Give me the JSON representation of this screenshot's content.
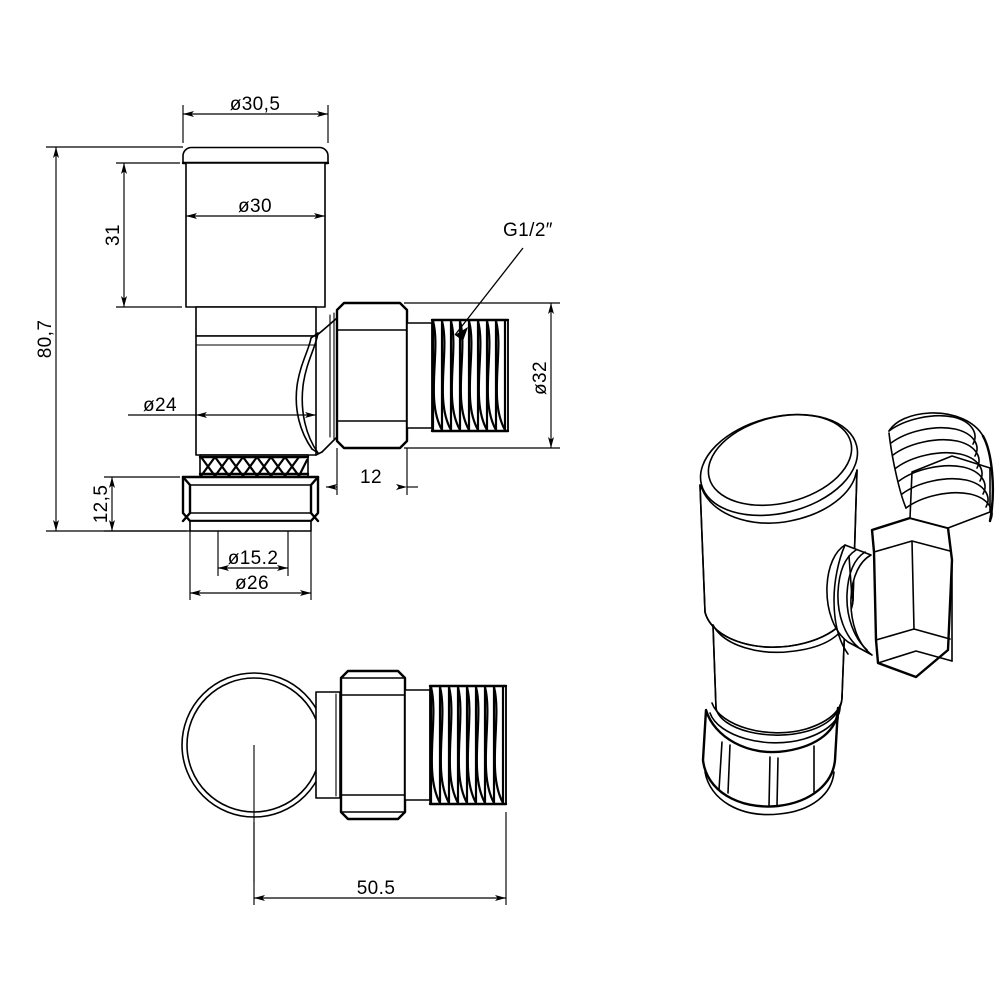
{
  "drawing": {
    "title": "Angled radiator valve technical drawing",
    "background_color": "#ffffff",
    "line_color": "#000000",
    "units": "mm",
    "views": [
      {
        "name": "front-elevation-view",
        "position": "top-left"
      },
      {
        "name": "plan-view",
        "position": "bottom-left"
      },
      {
        "name": "isometric-view",
        "position": "right"
      }
    ]
  },
  "dimensions": {
    "knob_cap_diameter": "ø30,5",
    "knob_body_diameter": "ø30",
    "knob_height": "31",
    "overall_height": "80,7",
    "body_diameter": "ø24",
    "nut_height": "12,5",
    "bore_diameter": "ø15.2",
    "nut_across_flats": "ø26",
    "outlet_hex_width": "12",
    "outlet_overall_diameter": "ø32",
    "plan_overall_length": "50.5",
    "thread_callout": "G1/2″"
  }
}
